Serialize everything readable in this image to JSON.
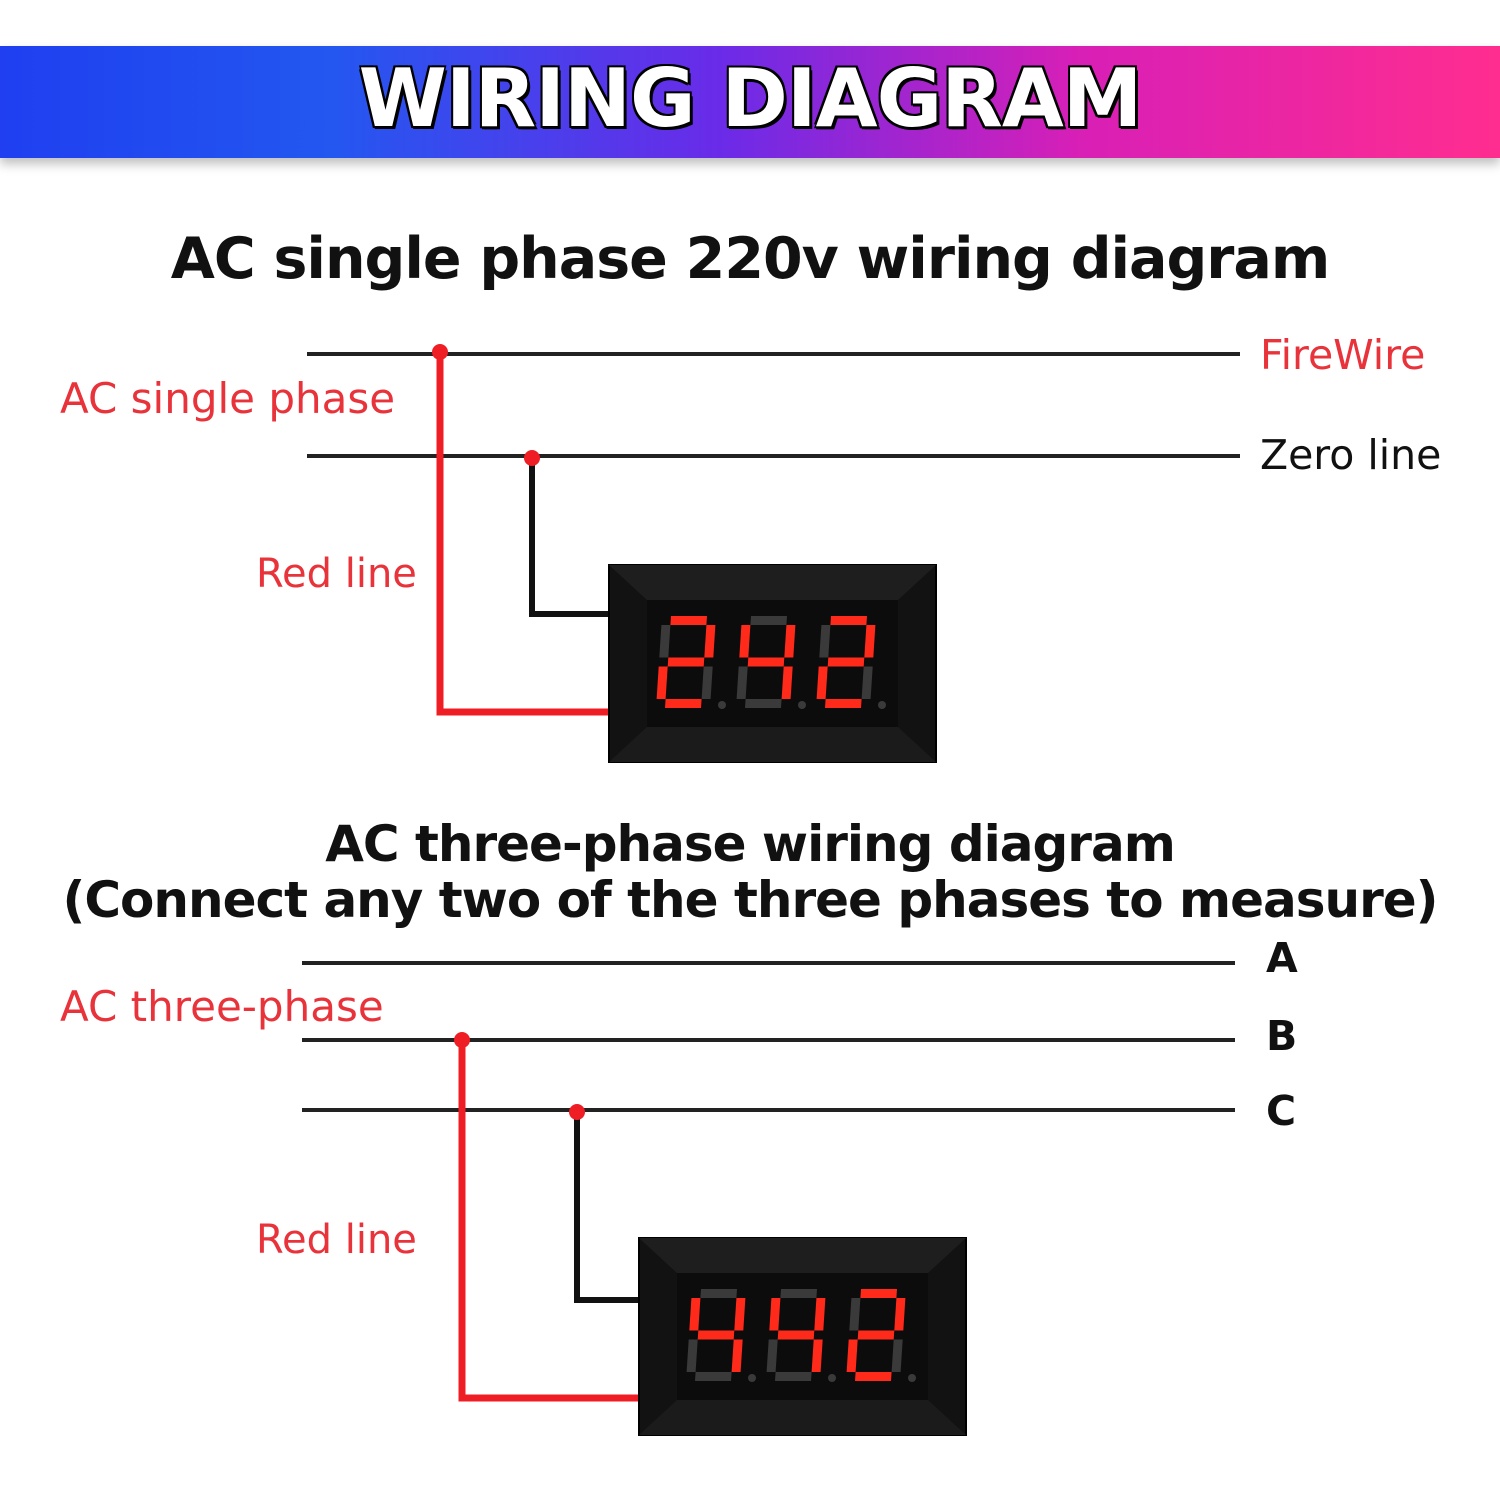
{
  "banner": {
    "title": "WIRING DIAGRAM"
  },
  "single_phase": {
    "heading": "AC single phase 220v wiring diagram",
    "source_label": "AC single phase",
    "lines": [
      {
        "label": "FireWire",
        "color": "#e8333b"
      },
      {
        "label": "Zero line",
        "color": "#111111"
      }
    ],
    "red_line_label": "Red line",
    "meter_reading": "242"
  },
  "three_phase": {
    "heading": "AC three-phase wiring diagram",
    "subheading": "(Connect any two of the three phases to measure)",
    "source_label": "AC three-phase",
    "lines": [
      {
        "label": "A"
      },
      {
        "label": "B"
      },
      {
        "label": "C"
      }
    ],
    "red_line_label": "Red line",
    "meter_reading": "442"
  },
  "colors": {
    "live_wire": "#ef1e24",
    "neutral_wire": "#111111",
    "segment_on": "#ff2a1a",
    "segment_off": "#3a3a3a",
    "meter_body": "#121212"
  }
}
